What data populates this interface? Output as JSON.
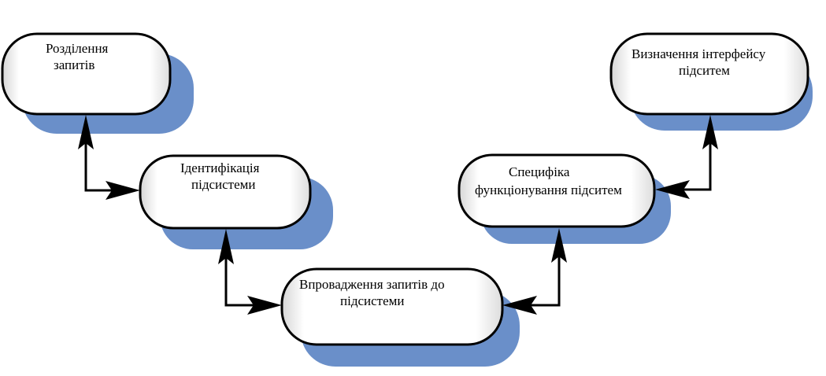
{
  "nodes": [
    {
      "id": "n1",
      "lines": [
        "Розділення",
        "запитів"
      ]
    },
    {
      "id": "n2",
      "lines": [
        "Ідентифікація",
        "підсистеми"
      ]
    },
    {
      "id": "n3",
      "lines": [
        "Впровадження запитів до",
        "підсистеми"
      ]
    },
    {
      "id": "n4",
      "lines": [
        "Специфіка",
        "функціонування підситем"
      ]
    },
    {
      "id": "n5",
      "lines": [
        "Визначення інтерфейсу",
        "підситем"
      ]
    }
  ],
  "colors": {
    "shadow": "#6a8fc9",
    "outline": "#000000",
    "fill_light": "#ffffff",
    "fill_dark": "#d4d4d4"
  }
}
